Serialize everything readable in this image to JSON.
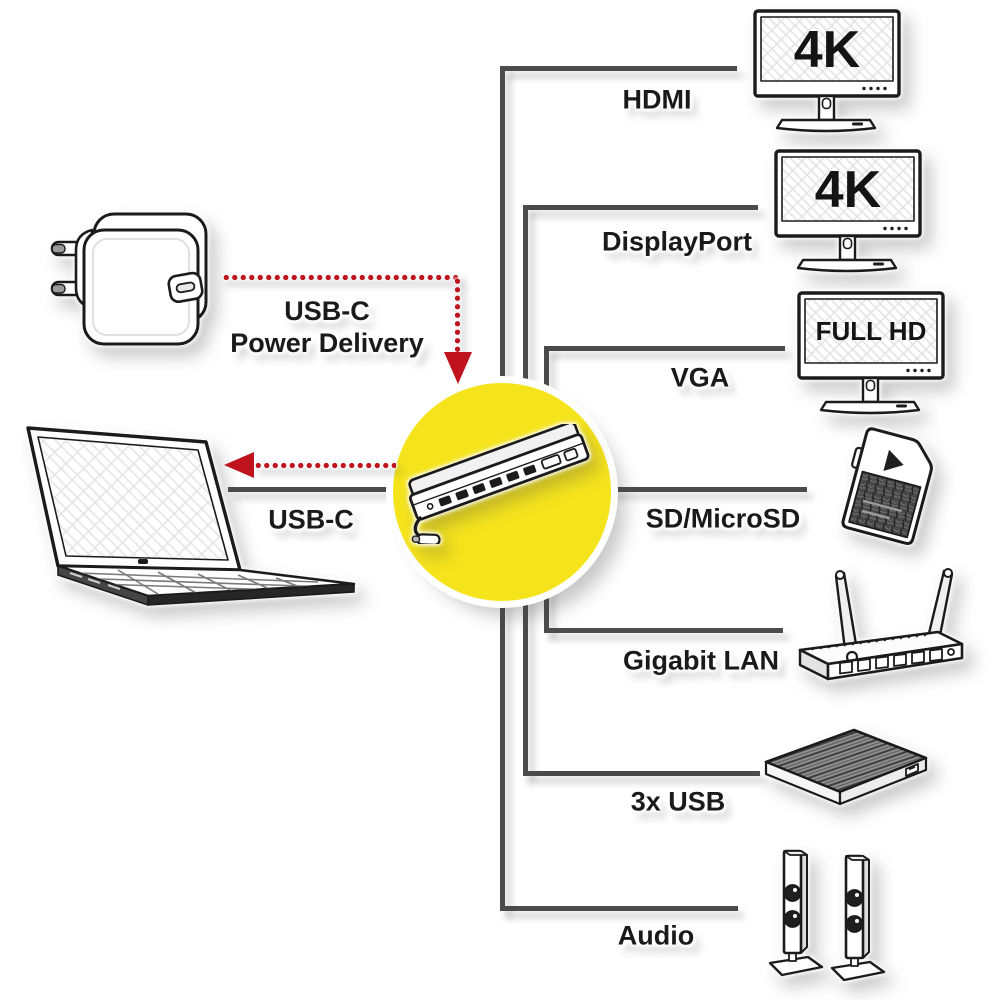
{
  "colors": {
    "accent_yellow": "#f5e41c",
    "line_gray": "#4b4b4b",
    "arrow_red": "#bf131d",
    "text": "#1a1a1a"
  },
  "hub": {
    "device": "usb-c-docking-station"
  },
  "laptop": {
    "device": "laptop",
    "connection_label": "USB-C"
  },
  "power": {
    "device": "usb-c-power-adapter",
    "line1": "USB-C",
    "line2": "Power Delivery"
  },
  "connections": [
    {
      "id": "hdmi",
      "label": "HDMI",
      "device": "4k-monitor",
      "screen_text": "4K"
    },
    {
      "id": "displayport",
      "label": "DisplayPort",
      "device": "4k-monitor",
      "screen_text": "4K"
    },
    {
      "id": "vga",
      "label": "VGA",
      "device": "full-hd-monitor",
      "screen_text": "FULL HD"
    },
    {
      "id": "sd-microsd",
      "label": "SD/MicroSD",
      "device": "sd-card"
    },
    {
      "id": "gigabit-lan",
      "label": "Gigabit LAN",
      "device": "wifi-router"
    },
    {
      "id": "3x-usb",
      "label": "3x USB",
      "device": "external-hard-drive"
    },
    {
      "id": "audio",
      "label": "Audio",
      "device": "speaker-pair"
    }
  ]
}
